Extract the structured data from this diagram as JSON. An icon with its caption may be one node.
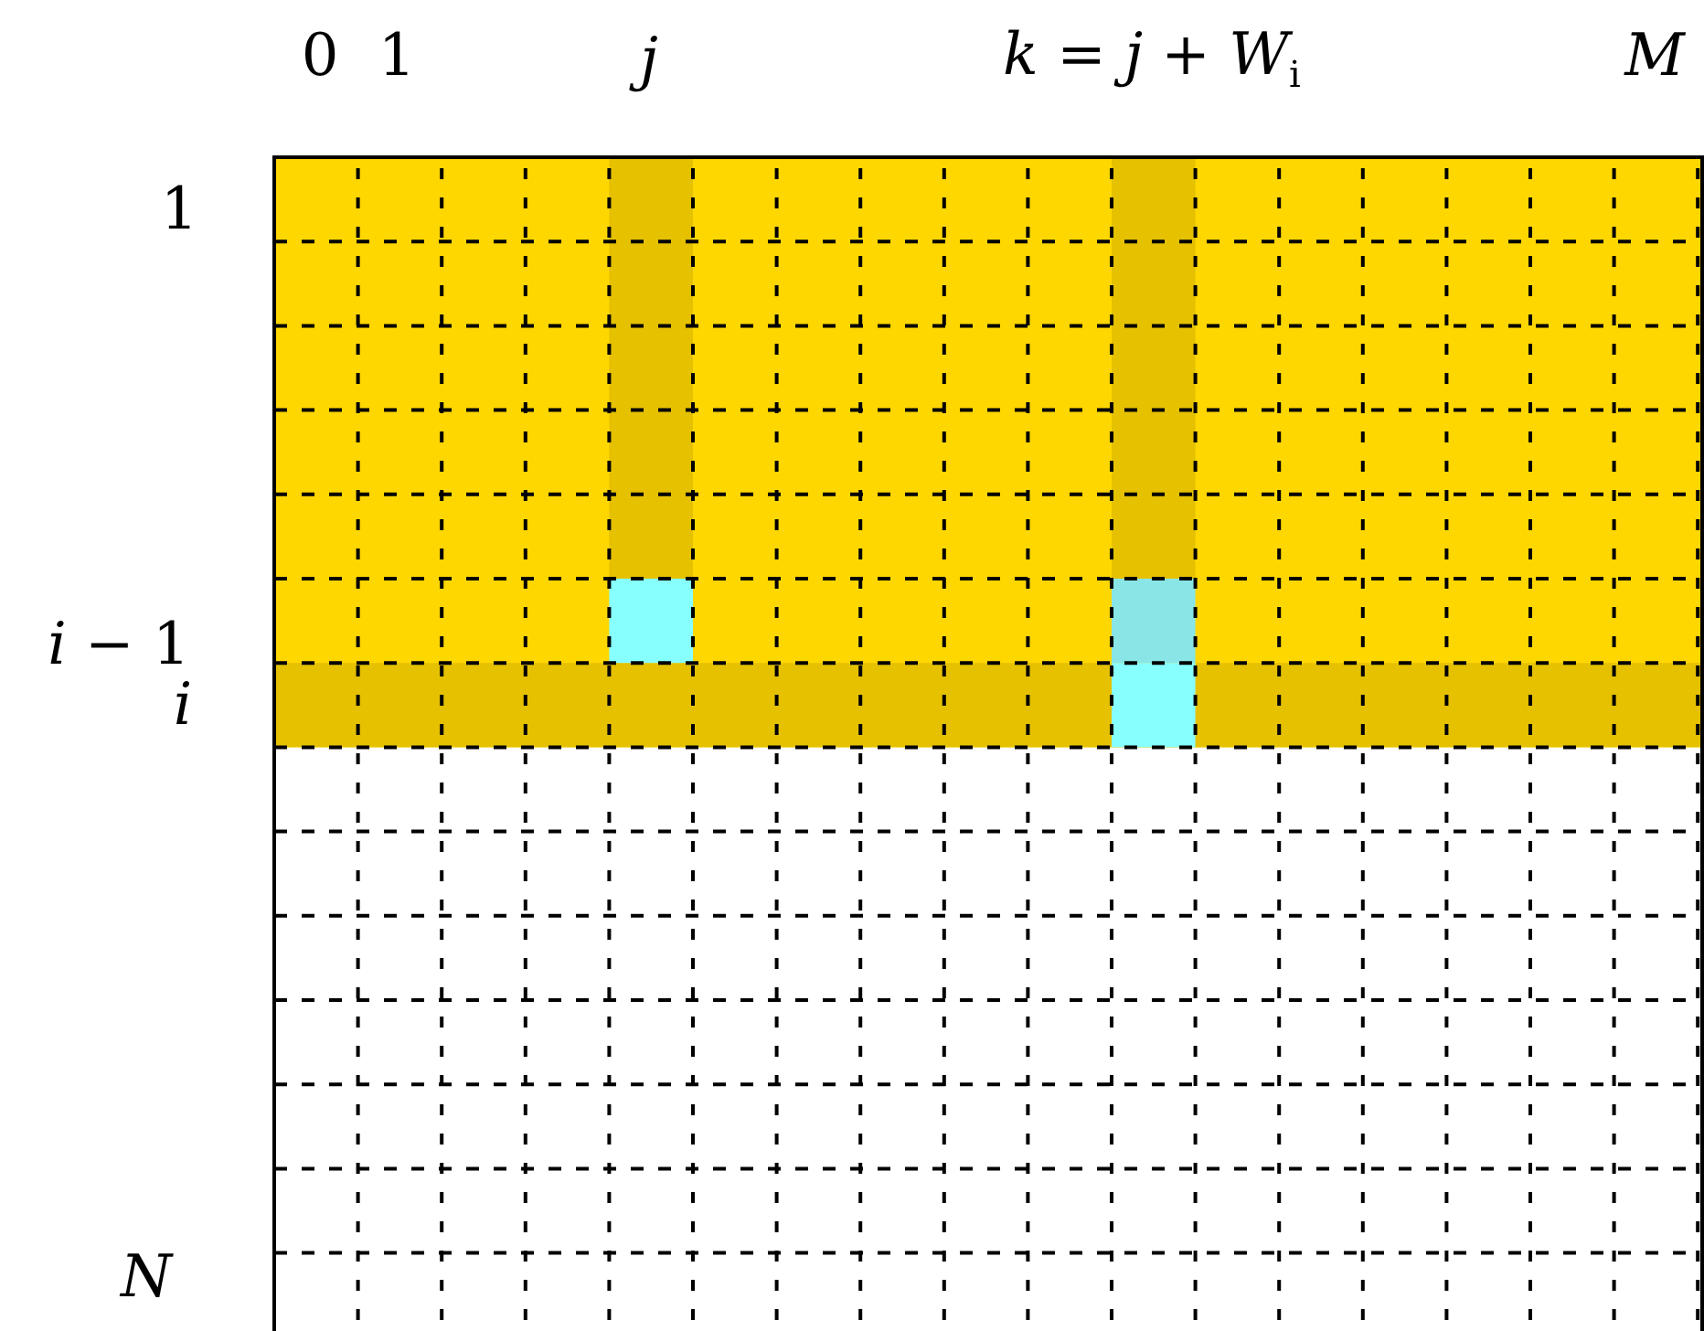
{
  "diagram": {
    "labels": [
      "0",
      "1",
      "j",
      "*k* = *j* + *W*$_{i}$",
      "M",
      "1",
      "*i* − 1",
      "i",
      "N"
    ]
  }
}
